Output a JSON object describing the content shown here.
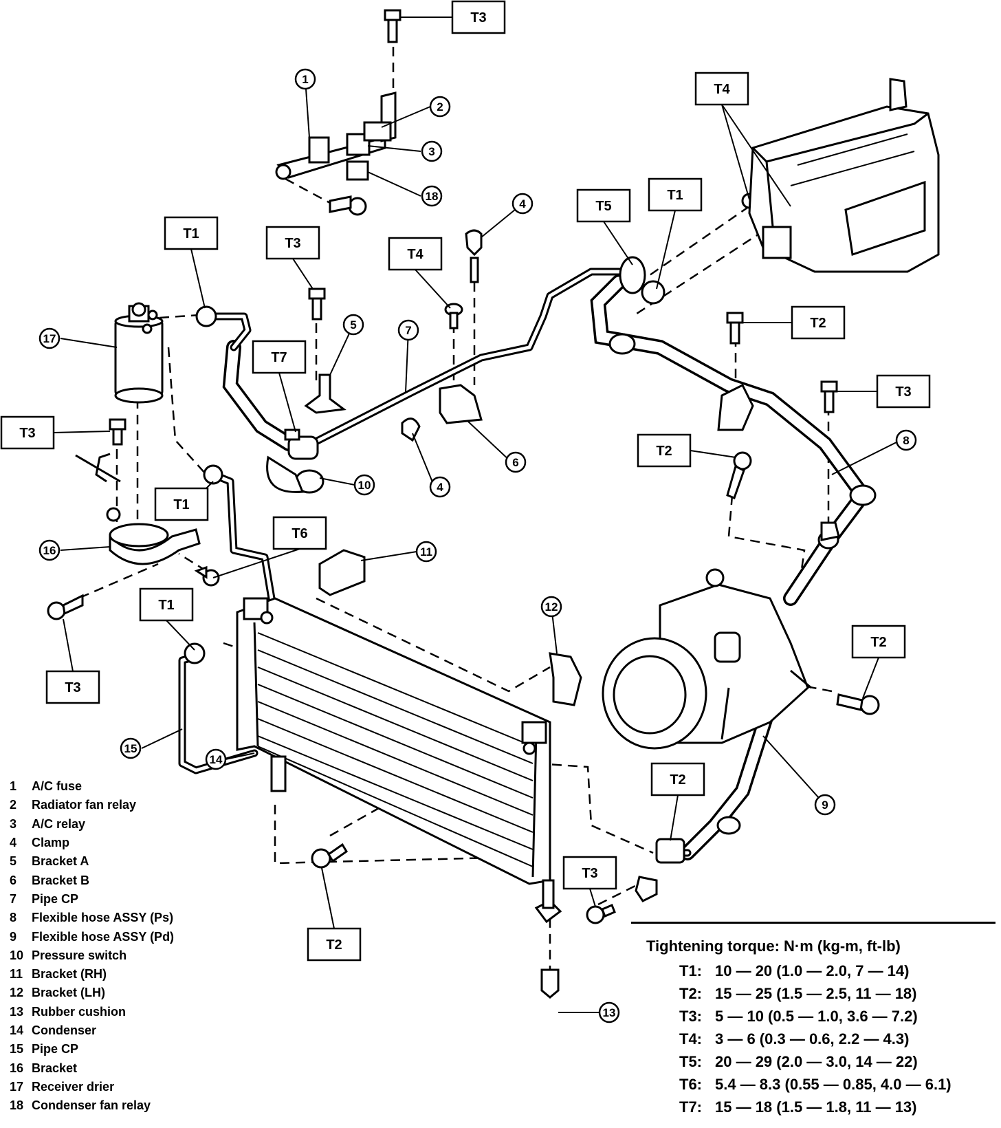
{
  "torque_codes": {
    "t1": "T1",
    "t2": "T2",
    "t3": "T3",
    "t4": "T4",
    "t5": "T5",
    "t6": "T6",
    "t7": "T7"
  },
  "callouts": {
    "c1": "1",
    "c2": "2",
    "c3": "3",
    "c4": "4",
    "c5": "5",
    "c6": "6",
    "c7": "7",
    "c8": "8",
    "c9": "9",
    "c10": "10",
    "c11": "11",
    "c12": "12",
    "c13": "13",
    "c14": "14",
    "c15": "15",
    "c16": "16",
    "c17": "17",
    "c18": "18"
  },
  "legend": [
    {
      "num": "1",
      "name": "A/C fuse"
    },
    {
      "num": "2",
      "name": "Radiator fan relay"
    },
    {
      "num": "3",
      "name": "A/C relay"
    },
    {
      "num": "4",
      "name": "Clamp"
    },
    {
      "num": "5",
      "name": "Bracket A"
    },
    {
      "num": "6",
      "name": "Bracket B"
    },
    {
      "num": "7",
      "name": "Pipe CP"
    },
    {
      "num": "8",
      "name": "Flexible hose ASSY (Ps)"
    },
    {
      "num": "9",
      "name": "Flexible hose ASSY (Pd)"
    },
    {
      "num": "10",
      "name": "Pressure switch"
    },
    {
      "num": "11",
      "name": "Bracket (RH)"
    },
    {
      "num": "12",
      "name": "Bracket (LH)"
    },
    {
      "num": "13",
      "name": "Rubber cushion"
    },
    {
      "num": "14",
      "name": "Condenser"
    },
    {
      "num": "15",
      "name": "Pipe CP"
    },
    {
      "num": "16",
      "name": "Bracket"
    },
    {
      "num": "17",
      "name": "Receiver drier"
    },
    {
      "num": "18",
      "name": "Condenser fan relay"
    }
  ],
  "torque_table": {
    "title": "Tightening torque:  N·m (kg-m, ft-lb)",
    "rows": [
      {
        "code": "T1:",
        "value": "10 — 20 (1.0 — 2.0, 7 — 14)"
      },
      {
        "code": "T2:",
        "value": "15 — 25 (1.5 — 2.5, 11 — 18)"
      },
      {
        "code": "T3:",
        "value": "5 — 10 (0.5 — 1.0, 3.6 — 7.2)"
      },
      {
        "code": "T4:",
        "value": "3 — 6 (0.3 — 0.6, 2.2 — 4.3)"
      },
      {
        "code": "T5:",
        "value": "20 — 29 (2.0 — 3.0, 14 — 22)"
      },
      {
        "code": "T6:",
        "value": "5.4 — 8.3 (0.55 — 0.85, 4.0 — 6.1)"
      },
      {
        "code": "T7:",
        "value": "15 — 18 (1.5 — 1.8, 11 — 13)"
      }
    ]
  }
}
